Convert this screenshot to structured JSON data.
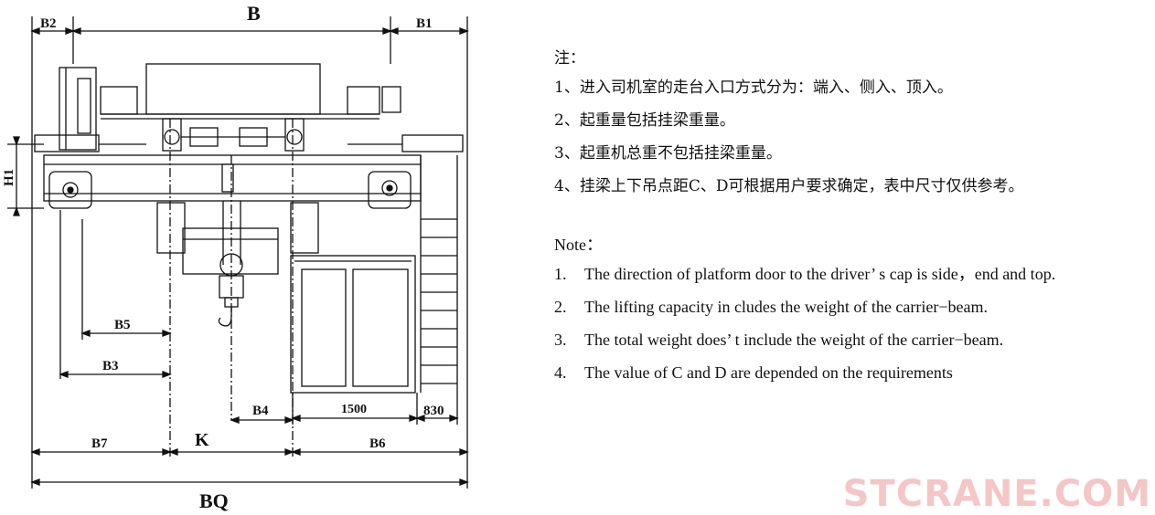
{
  "diagram": {
    "labels": {
      "B": "B",
      "B1": "B1",
      "B2": "B2",
      "H1": "H1",
      "B5": "B5",
      "B3": "B3",
      "B4": "B4",
      "dim_1500": "1500",
      "dim_830": "830",
      "B7": "B7",
      "K": "K",
      "B6": "B6",
      "BQ": "BQ"
    }
  },
  "notes_cn": {
    "title": "注：",
    "items": [
      "1、进入司机室的走台入口方式分为：端入、侧入、顶入。",
      "2、起重量包括挂梁重量。",
      "3、起重机总重不包括挂梁重量。",
      "4、挂梁上下吊点距C、D可根据用户要求确定，表中尺寸仅供参考。"
    ]
  },
  "notes_en": {
    "title": "Note：",
    "items": [
      {
        "num": "1.",
        "text": "The direction of platform door to the driver’ s cap is side，end and top."
      },
      {
        "num": "2.",
        "text": "The lifting capacity in cludes the weight of the carrier−beam."
      },
      {
        "num": "3.",
        "text": "The total weight does’  t include the weight of the carrier−beam."
      },
      {
        "num": "4.",
        "text": "The value of C and D are depended on the requirements"
      }
    ]
  },
  "watermark": "STCRANE.COM"
}
